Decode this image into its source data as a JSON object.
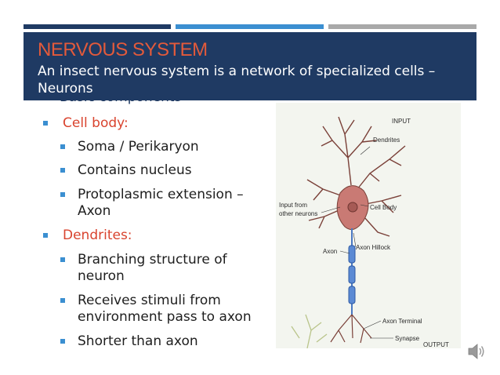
{
  "header": {
    "title": "NERVOUS SYSTEM",
    "subtitle": "An insect nervous system is a network of specialized cells – Neurons"
  },
  "ghost_text": "Basic components",
  "bullets": [
    {
      "level": 1,
      "text": "Cell body:"
    },
    {
      "level": 2,
      "text": "Soma / Perikaryon"
    },
    {
      "level": 2,
      "text": "Contains nucleus"
    },
    {
      "level": 2,
      "text": "Protoplasmic extension – Axon"
    },
    {
      "level": 1,
      "text": "Dendrites:"
    },
    {
      "level": 2,
      "text": "Branching structure of neuron"
    },
    {
      "level": 2,
      "text": "Receives stimuli from environment pass to axon"
    },
    {
      "level": 2,
      "text": "Shorter than axon"
    }
  ],
  "diagram": {
    "labels": {
      "input": "INPUT",
      "dendrites": "Dendrites",
      "input_from": "Input from",
      "other_neurons": "other neurons",
      "cell_body": "Cell Body",
      "axon": "Axon",
      "axon_hillock": "Axon Hillock",
      "axon_terminal": "Axon Terminal",
      "synapse": "Synapse",
      "output": "OUTPUT"
    }
  },
  "colors": {
    "header_bg": "#1f3a63",
    "title": "#e35a3b",
    "bullet_heading": "#d9442f",
    "bullet_marker": "#3b8fd1",
    "cell_body": "#c97a74",
    "axon": "#4a78c2"
  },
  "icons": [
    "speaker-icon"
  ]
}
